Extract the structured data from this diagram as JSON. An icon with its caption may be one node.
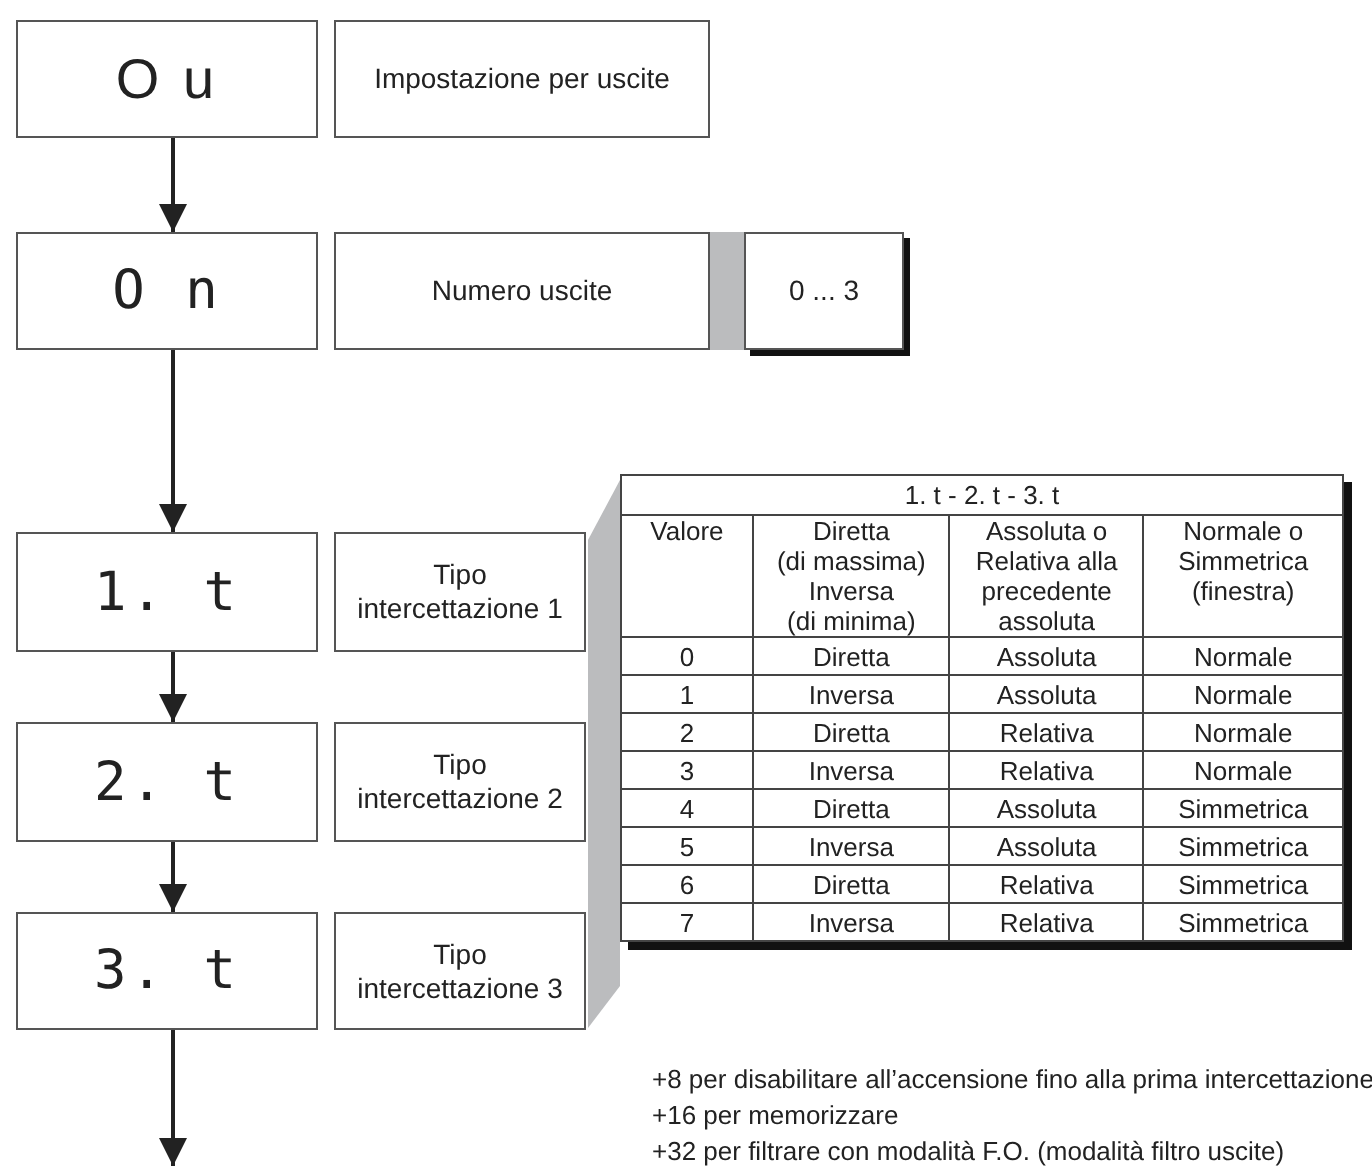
{
  "diagram": {
    "nodes": [
      {
        "text": [
          "O u"
        ]
      },
      {
        "text": [
          "Impostazione per uscite"
        ]
      },
      {
        "text": [
          "O n"
        ]
      },
      {
        "text": [
          "Numero uscite"
        ]
      },
      {
        "text": [
          "0 ... 3"
        ]
      },
      {
        "text": [
          "1. t"
        ]
      },
      {
        "text": [
          "Tipo intercettazione 1"
        ]
      },
      {
        "text": [
          "2. t"
        ]
      },
      {
        "text": [
          "Tipo intercettazione 2"
        ]
      },
      {
        "text": [
          "3. t"
        ]
      },
      {
        "text": [
          "Tipo intercettazione 3"
        ]
      }
    ],
    "edges": [
      {
        "from": 0,
        "to": 2,
        "arrow": "to"
      },
      {
        "from": 2,
        "to": 5,
        "arrow": "to"
      },
      {
        "from": 5,
        "to": 7,
        "arrow": "to"
      },
      {
        "from": 7,
        "to": 9,
        "arrow": "to"
      },
      {
        "from": 9,
        "to": null,
        "arrow": "to"
      }
    ],
    "labels": [
      "1. t - 2. t - 3. t",
      "Valore",
      "Diretta",
      "(di massima)",
      "Inversa",
      "(di minima)",
      "Assoluta o",
      "Relativa alla",
      "precedente",
      "assoluta",
      "Normale o",
      "Simmetrica",
      "(finestra)",
      "0",
      "Diretta",
      "Assoluta",
      "Normale",
      "1",
      "Inversa",
      "Assoluta",
      "Normale",
      "2",
      "Diretta",
      "Relativa",
      "Normale",
      "3",
      "Inversa",
      "Relativa",
      "Normale",
      "4",
      "Diretta",
      "Assoluta",
      "Simmetrica",
      "5",
      "Inversa",
      "Assoluta",
      "Simmetrica",
      "6",
      "Diretta",
      "Relativa",
      "Simmetrica",
      "7",
      "Inversa",
      "Relativa",
      "Simmetrica",
      "+8 per disabilitare all’accensione fino alla prima intercettazione",
      "+16 per memorizzare",
      "+32 per filtrare con modalità F.O. (modalità filtro uscite)"
    ]
  }
}
